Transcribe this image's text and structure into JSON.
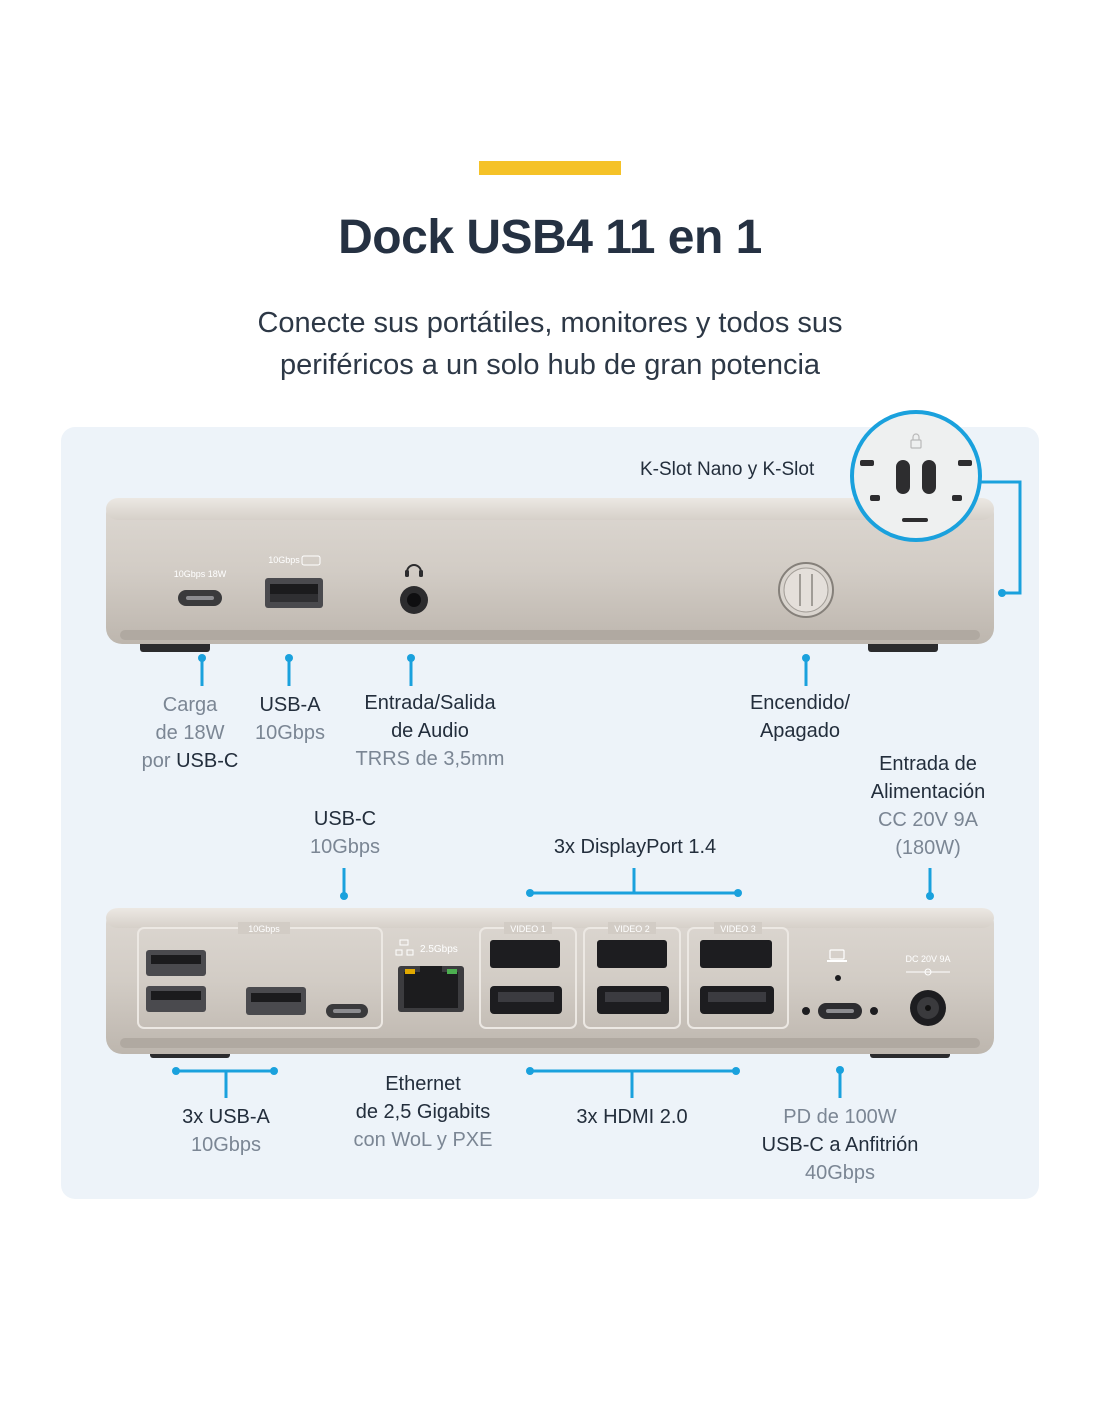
{
  "header": {
    "accent_color": "#f5c228",
    "title": "Dock USB4 11 en 1",
    "subtitle_line1": "Conecte sus portátiles, monitores y todos sus",
    "subtitle_line2": "periféricos a un solo hub de gran potencia"
  },
  "colors": {
    "callout": "#1aa1dd",
    "panel": "#edf3f9",
    "device_body": "#d3cdc6"
  },
  "front_panel": {
    "port_labels": {
      "usbc": "10Gbps 18W",
      "usba": "10Gbps",
      "usba_icon": "ss10-icon",
      "audio_icon": "headset-icon"
    },
    "kslot": {
      "label": "K-Slot Nano y K-Slot",
      "icon": "lock-icon"
    },
    "callouts": {
      "charge": {
        "line1": "Carga",
        "line2": "de 18W",
        "line3a": "por ",
        "line3b": "USB-C"
      },
      "usba": {
        "title": "USB-A",
        "speed": "10Gbps"
      },
      "audio": {
        "title1": "Entrada/Salida",
        "title2": "de Audio",
        "detail": "TRRS de 3,5mm"
      },
      "power": {
        "line1": "Encendido/",
        "line2": "Apagado"
      }
    }
  },
  "rear_panel": {
    "port_labels": {
      "usb_group": "10Gbps",
      "ethernet": "2.5Gbps",
      "video1": "VIDEO 1",
      "video2": "VIDEO 2",
      "video3": "VIDEO 3",
      "dc": "DC 20V 9A",
      "laptop_icon": "laptop-icon",
      "network_icon": "network-icon"
    },
    "callouts": {
      "usbc": {
        "title": "USB-C",
        "speed": "10Gbps"
      },
      "displayport": {
        "title": "3x DisplayPort 1.4"
      },
      "power_in": {
        "line1": "Entrada de",
        "line2": "Alimentación",
        "line3": "CC 20V 9A",
        "line4": "(180W)"
      },
      "usba": {
        "title": "3x USB-A",
        "speed": "10Gbps"
      },
      "ethernet": {
        "line1": "Ethernet",
        "line2": "de 2,5 Gigabits",
        "line3": "con WoL y PXE"
      },
      "hdmi": {
        "title": "3x HDMI 2.0"
      },
      "host": {
        "line1": "PD de 100W",
        "line2": "USB-C a Anfitrión",
        "line3": "40Gbps"
      }
    }
  }
}
